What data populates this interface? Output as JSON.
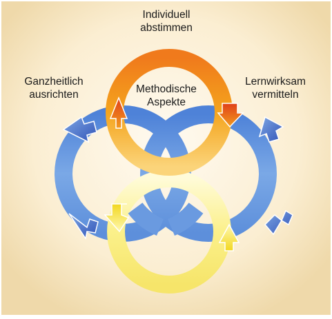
{
  "diagram": {
    "labels": {
      "top": {
        "line1": "Individuell",
        "line2": "abstimmen"
      },
      "left": {
        "line1": "Ganzheitlich",
        "line2": "ausrichten"
      },
      "right": {
        "line1": "Lernwirksam",
        "line2": "vermitteln"
      },
      "center": {
        "line1": "Methodische",
        "line2": "Aspekte"
      }
    },
    "colors": {
      "background_light": "#fdf6e3",
      "background_dark": "#f2ddb0",
      "ring_orange": "#f4a21b",
      "ring_orange_dark": "#e2541b",
      "ring_blue": "#6f9fe0",
      "ring_blue_dark": "#3b66c8",
      "ring_yellow": "#f8ec73",
      "ring_yellow_light": "#fffbd2"
    }
  }
}
